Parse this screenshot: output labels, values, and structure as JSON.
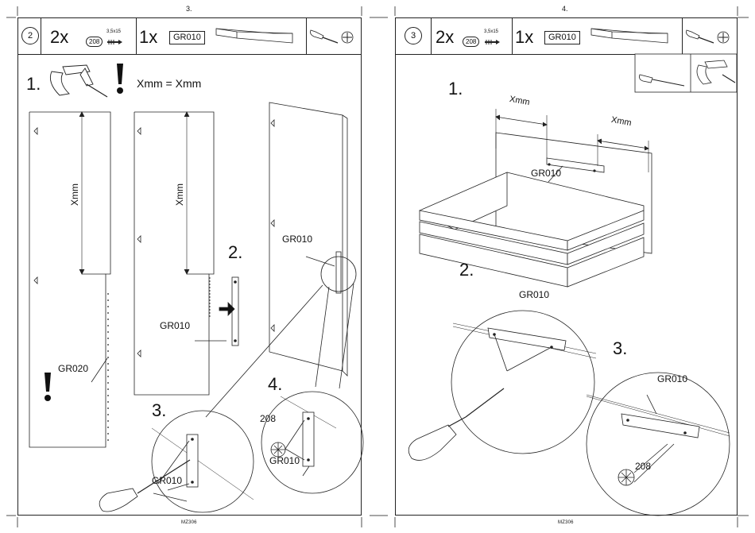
{
  "pages": [
    {
      "page_number": "3.",
      "footer_code": "MZ306",
      "step": "2",
      "parts": [
        {
          "qty": "2x",
          "part_ref": "208",
          "spec": "3,5x15"
        },
        {
          "qty": "1x",
          "part_ref": "GR010"
        }
      ],
      "substeps": [
        "1.",
        "2.",
        "3.",
        "4."
      ],
      "measure_text": "Xmm = Xmm",
      "dim_label": "Xmm",
      "callouts": {
        "gr020": "GR020",
        "gr010": "GR010",
        "screw": "208"
      }
    },
    {
      "page_number": "4.",
      "footer_code": "MZ306",
      "step": "3",
      "parts": [
        {
          "qty": "2x",
          "part_ref": "208",
          "spec": "3,5x15"
        },
        {
          "qty": "1x",
          "part_ref": "GR010"
        }
      ],
      "substeps": [
        "1.",
        "2.",
        "3."
      ],
      "dim_label": "Xmm",
      "callouts": {
        "gr010": "GR010",
        "screw": "208"
      }
    }
  ]
}
